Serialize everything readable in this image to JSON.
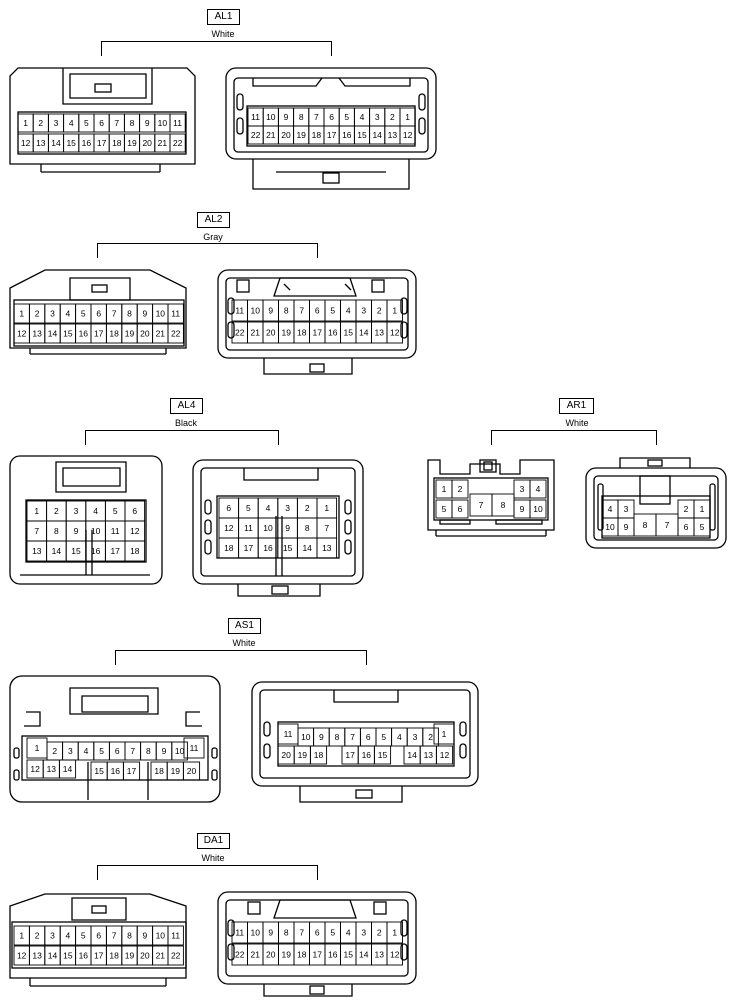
{
  "connectors": {
    "al1": {
      "code": "AL1",
      "color": "White"
    },
    "al2": {
      "code": "AL2",
      "color": "Gray"
    },
    "al4": {
      "code": "AL4",
      "color": "Black"
    },
    "ar1": {
      "code": "AR1",
      "color": "White"
    },
    "as1": {
      "code": "AS1",
      "color": "White"
    },
    "da1": {
      "code": "DA1",
      "color": "White"
    }
  },
  "pin_rows": {
    "p22_female_top": [
      "1",
      "2",
      "3",
      "4",
      "5",
      "6",
      "7",
      "8",
      "9",
      "10",
      "11"
    ],
    "p22_female_bottom": [
      "12",
      "13",
      "14",
      "15",
      "16",
      "17",
      "18",
      "19",
      "20",
      "21",
      "22"
    ],
    "p22_male_top": [
      "11",
      "10",
      "9",
      "8",
      "7",
      "6",
      "5",
      "4",
      "3",
      "2",
      "1"
    ],
    "p22_male_bottom": [
      "22",
      "21",
      "20",
      "19",
      "18",
      "17",
      "16",
      "15",
      "14",
      "13",
      "12"
    ],
    "al4_female": [
      [
        "1",
        "2",
        "3",
        "4",
        "5",
        "6"
      ],
      [
        "7",
        "8",
        "9",
        "10",
        "11",
        "12"
      ],
      [
        "13",
        "14",
        "15",
        "16",
        "17",
        "18"
      ]
    ],
    "al4_male": [
      [
        "6",
        "5",
        "4",
        "3",
        "2",
        "1"
      ],
      [
        "12",
        "11",
        "10",
        "9",
        "8",
        "7"
      ],
      [
        "18",
        "17",
        "16",
        "15",
        "14",
        "13"
      ]
    ],
    "ar1_female": [
      "1",
      "2",
      "3",
      "4",
      "5",
      "6",
      "7",
      "8",
      "9",
      "10"
    ],
    "ar1_male": [
      "4",
      "3",
      "2",
      "1",
      "10",
      "9",
      "8",
      "7",
      "6",
      "5"
    ],
    "as1_female": [
      "1",
      "2",
      "3",
      "4",
      "5",
      "6",
      "7",
      "8",
      "9",
      "10",
      "11",
      "12",
      "13",
      "14",
      "15",
      "16",
      "17",
      "18",
      "19",
      "20"
    ],
    "as1_male": [
      "11",
      "10",
      "9",
      "8",
      "7",
      "6",
      "5",
      "4",
      "3",
      "2",
      "1",
      "20",
      "19",
      "18",
      "17",
      "16",
      "15",
      "14",
      "13",
      "12"
    ]
  }
}
